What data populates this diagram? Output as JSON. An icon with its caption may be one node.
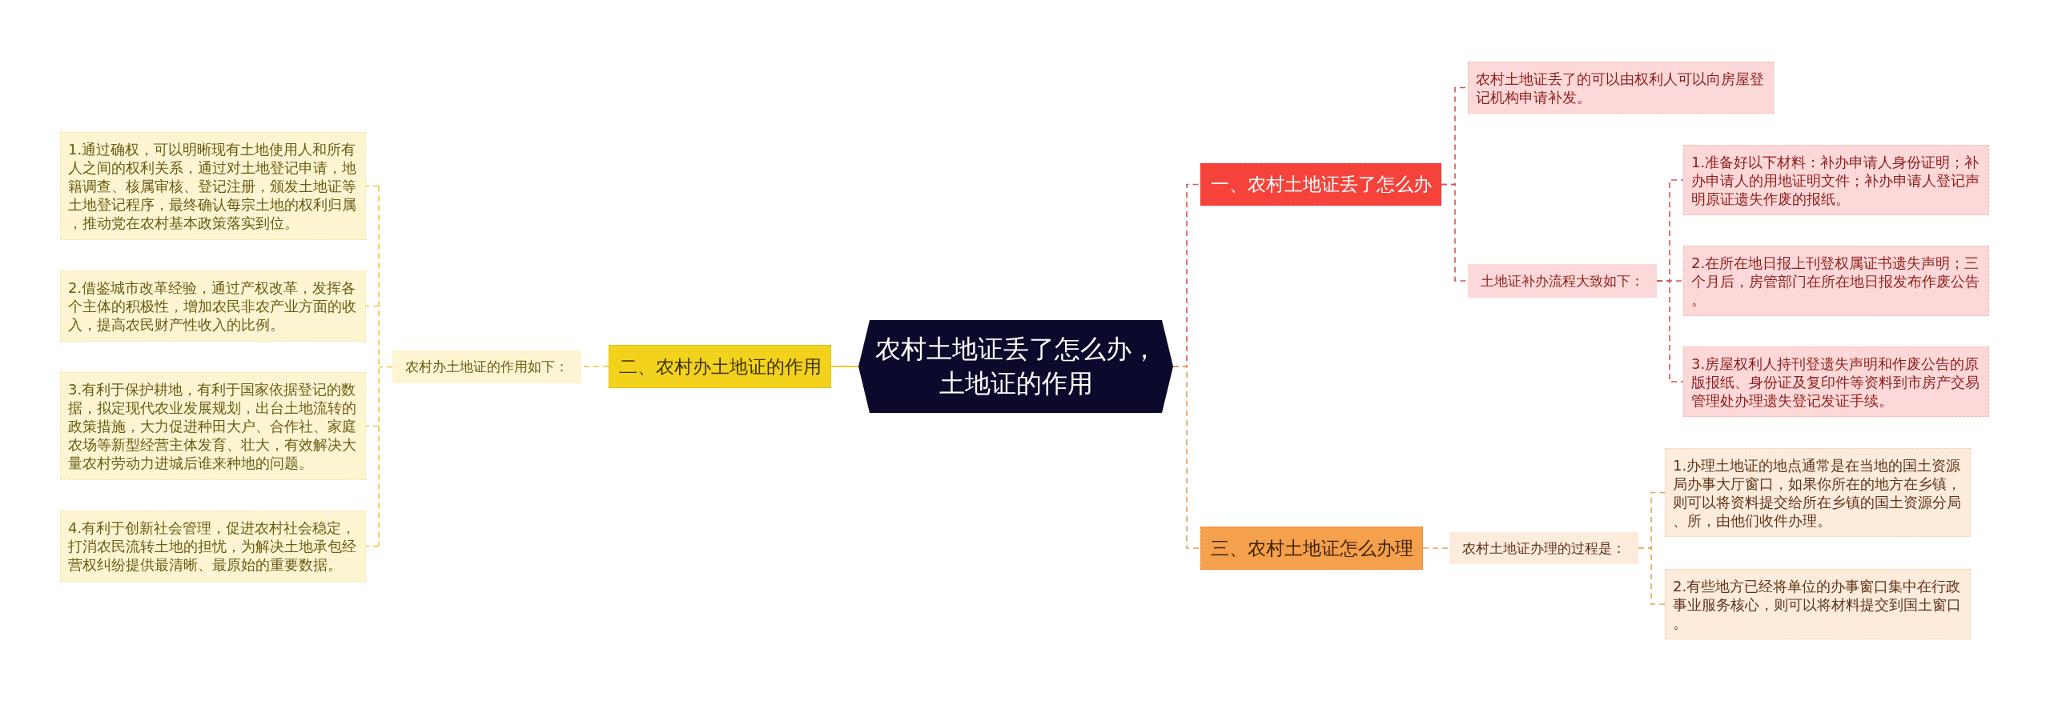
{
  "diagram": {
    "nodes": [
      {
        "text": [
          "农村土地证丢了怎么办，土地证的作用"
        ]
      },
      {
        "text": [
          "一、农村土地证丢了怎么办"
        ]
      },
      {
        "text": [
          "农村土地证丢了的可以由权利人可以向房屋登记机构申请补发。"
        ]
      },
      {
        "text": [
          "土地证补办流程大致如下："
        ]
      },
      {
        "text": [
          "1.准备好以下材料：补办申请人身份证明；补办申请人的用地证明文件；补办申请人登记声明原证遗失作废的报纸。"
        ]
      },
      {
        "text": [
          "2.在所在地日报上刊登权属证书遗失声明；三个月后，房管部门在所在地日报发布作废公告。"
        ]
      },
      {
        "text": [
          "3.房屋权利人持刊登遗失声明和作废公告的原版报纸、身份证及复印件等资料到市房产交易管理处办理遗失登记发证手续。"
        ]
      },
      {
        "text": [
          "三、农村土地证怎么办理"
        ]
      },
      {
        "text": [
          "农村土地证办理的过程是："
        ]
      },
      {
        "text": [
          "1.办理土地证的地点通常是在当地的国土资源局办事大厅窗口，如果你所在的地方在乡镇，则可以将资料提交给所在乡镇的国土资源分局、所，由他们收件办理。"
        ]
      },
      {
        "text": [
          "2.有些地方已经将单位的办事窗口集中在行政事业服务核心，则可以将材料提交到国土窗口。"
        ]
      },
      {
        "text": [
          "二、农村办土地证的作用"
        ]
      },
      {
        "text": [
          "农村办土地证的作用如下："
        ]
      },
      {
        "text": [
          "1.通过确权，可以明晰现有土地使用人和所有人之间的权利关系，通过对土地登记申请，地籍调查、核属审核、登记注册，颁发土地证等土地登记程序，最终确认每宗土地的权利归属，推动党在农村基本政策落实到位。"
        ]
      },
      {
        "text": [
          "2.借鉴城市改革经验，通过产权改革，发挥各个主体的积极性，增加农民非农产业方面的收入，提高农民财产性收入的比例。"
        ]
      },
      {
        "text": [
          "3.有利于保护耕地，有利于国家依据登记的数据，拟定现代农业发展规划，出台土地流转的政策措施，大力促进种田大户、合作社、家庭农场等新型经营主体发育、壮大，有效解决大量农村劳动力进城后谁来种地的问题。"
        ]
      },
      {
        "text": [
          "4.有利于创新社会管理，促进农村社会稳定，打消农民流转土地的担忧，为解决土地承包经营权纠纷提供最清晰、最原始的重要数据。"
        ]
      }
    ],
    "edges": [
      {
        "from": 0,
        "to": 1,
        "arrow": "none",
        "style": "dashed",
        "color": "#d9534f"
      },
      {
        "from": 1,
        "to": 2,
        "arrow": "none",
        "style": "dashed",
        "color": "#d9534f"
      },
      {
        "from": 1,
        "to": 3,
        "arrow": "none",
        "style": "dashed",
        "color": "#d9534f"
      },
      {
        "from": 3,
        "to": 4,
        "arrow": "none",
        "style": "dashed",
        "color": "#d9534f"
      },
      {
        "from": 3,
        "to": 5,
        "arrow": "none",
        "style": "dashed",
        "color": "#d9534f"
      },
      {
        "from": 3,
        "to": 6,
        "arrow": "none",
        "style": "dashed",
        "color": "#d9534f"
      },
      {
        "from": 0,
        "to": 7,
        "arrow": "none",
        "style": "dashed",
        "color": "#e9a15a"
      },
      {
        "from": 7,
        "to": 8,
        "arrow": "none",
        "style": "dashed",
        "color": "#e9a15a"
      },
      {
        "from": 8,
        "to": 9,
        "arrow": "none",
        "style": "dashed",
        "color": "#e9a15a"
      },
      {
        "from": 8,
        "to": 10,
        "arrow": "none",
        "style": "dashed",
        "color": "#e9a15a"
      },
      {
        "from": 0,
        "to": 11,
        "arrow": "none",
        "color": "#e8c93a"
      },
      {
        "from": 11,
        "to": 12,
        "arrow": "none",
        "style": "dashed",
        "color": "#e8c93a"
      },
      {
        "from": 12,
        "to": 13,
        "arrow": "none",
        "style": "dashed",
        "color": "#e8c93a"
      },
      {
        "from": 12,
        "to": 14,
        "arrow": "none",
        "style": "dashed",
        "color": "#e8c93a"
      },
      {
        "from": 12,
        "to": 15,
        "arrow": "none",
        "style": "dashed",
        "color": "#e8c93a"
      },
      {
        "from": 12,
        "to": 16,
        "arrow": "none",
        "style": "dashed",
        "color": "#e8c93a"
      }
    ]
  }
}
